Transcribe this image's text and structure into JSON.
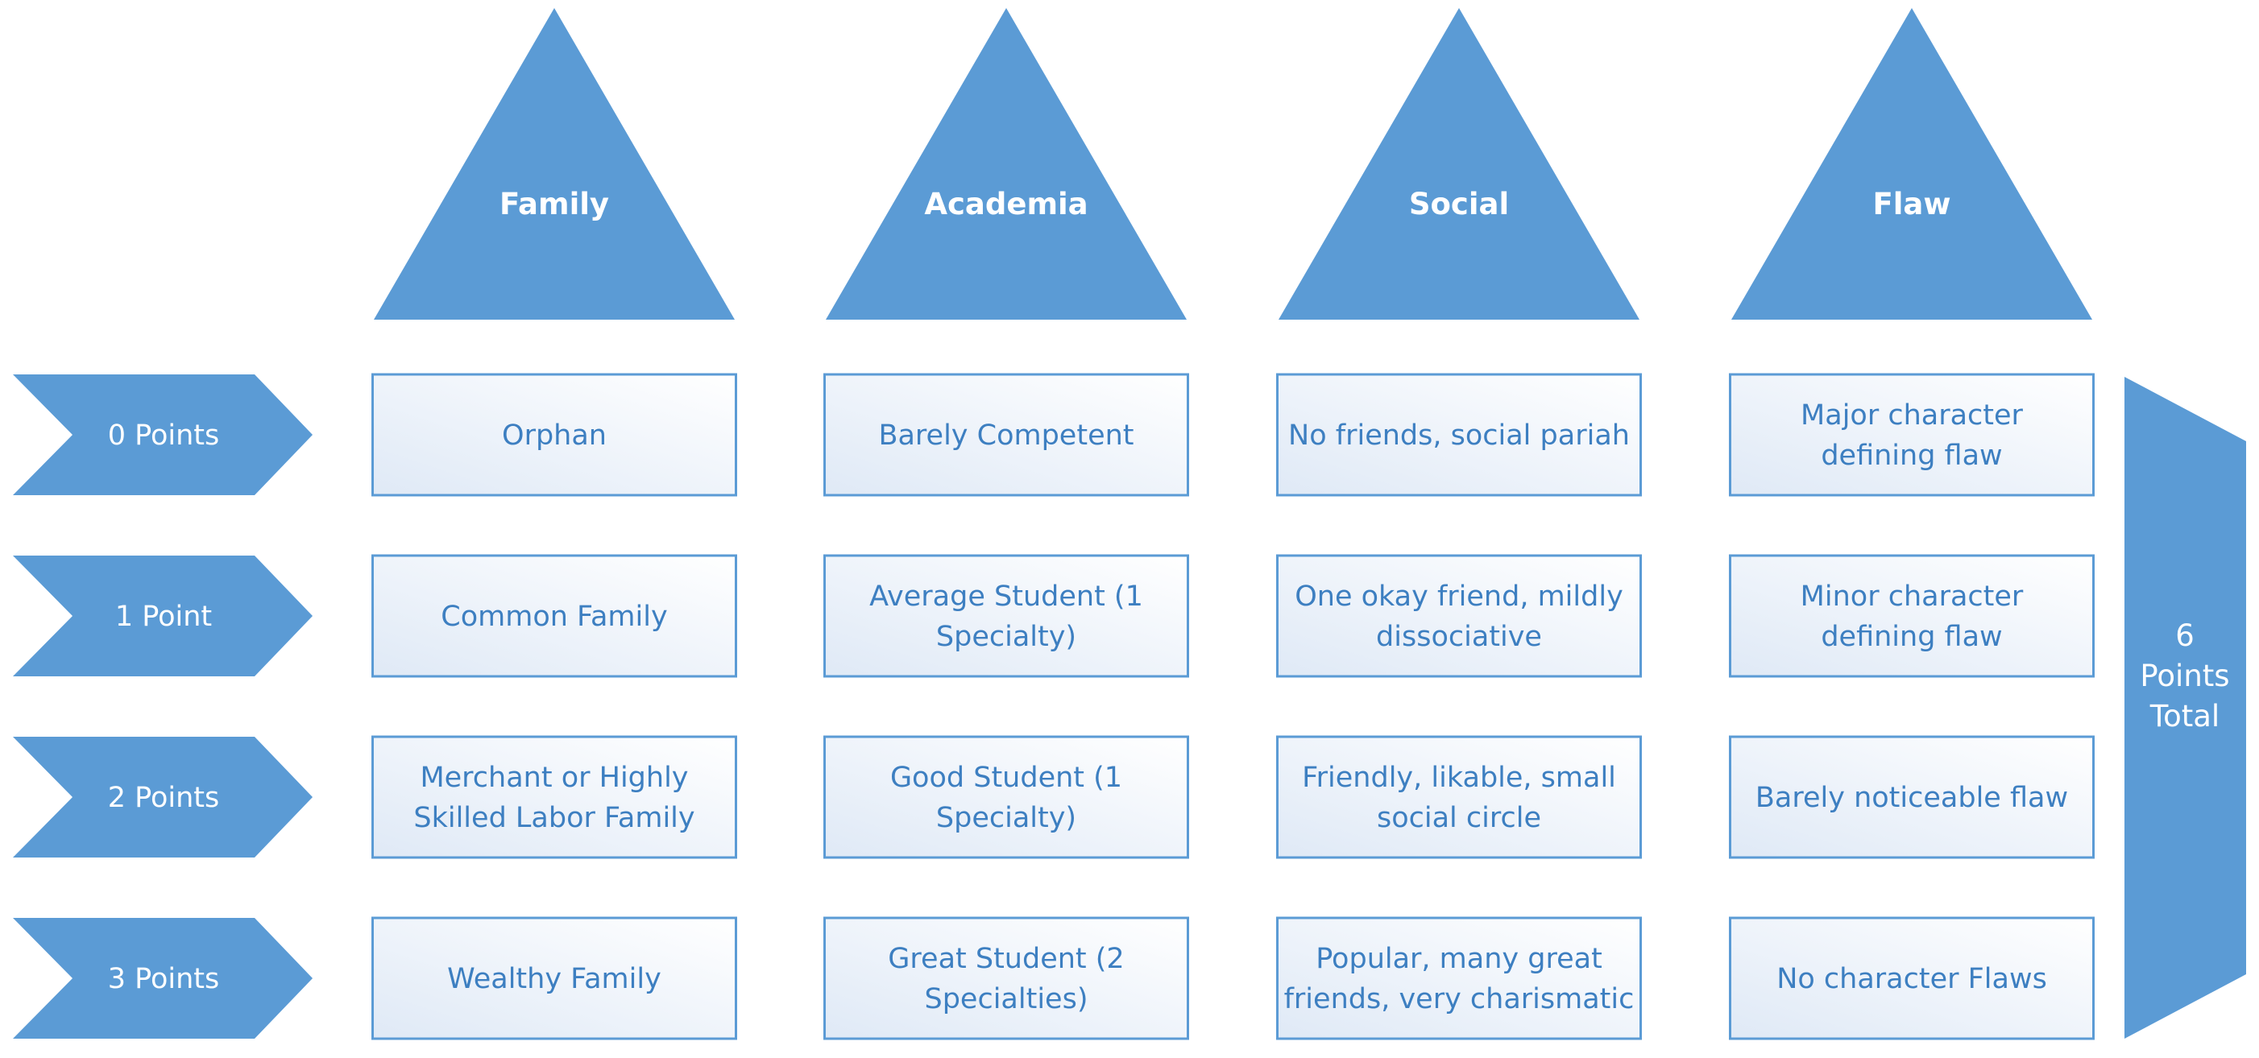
{
  "colors": {
    "accent": "#5b9bd5",
    "cell_border": "#5b9bd5",
    "cell_text": "#3d7fc1",
    "cell_fill_light": "#ffffff",
    "cell_fill_tint": "#dfe9f6"
  },
  "categories": [
    {
      "id": "family",
      "label": "Family"
    },
    {
      "id": "academia",
      "label": "Academia"
    },
    {
      "id": "social",
      "label": "Social"
    },
    {
      "id": "flaw",
      "label": "Flaw"
    }
  ],
  "rows": [
    {
      "label": "0 Points",
      "cells": [
        [
          "Orphan"
        ],
        [
          "Barely Competent"
        ],
        [
          "No friends, social pariah"
        ],
        [
          "Major character",
          "defining flaw"
        ]
      ]
    },
    {
      "label": "1 Point",
      "cells": [
        [
          "Common Family"
        ],
        [
          "Average Student (1",
          "Specialty)"
        ],
        [
          "One okay friend, mildly",
          "dissociative"
        ],
        [
          "Minor character",
          "defining flaw"
        ]
      ]
    },
    {
      "label": "2 Points",
      "cells": [
        [
          "Merchant or Highly",
          "Skilled Labor Family"
        ],
        [
          "Good Student (1",
          "Specialty)"
        ],
        [
          "Friendly, likable, small",
          "social circle"
        ],
        [
          "Barely noticeable flaw"
        ]
      ]
    },
    {
      "label": "3 Points",
      "cells": [
        [
          "Wealthy Family"
        ],
        [
          "Great Student (2",
          "Specialties)"
        ],
        [
          "Popular, many great",
          "friends, very charismatic"
        ],
        [
          "No character Flaws"
        ]
      ]
    }
  ],
  "total": {
    "lines": [
      "6",
      "Points",
      "Total"
    ]
  }
}
